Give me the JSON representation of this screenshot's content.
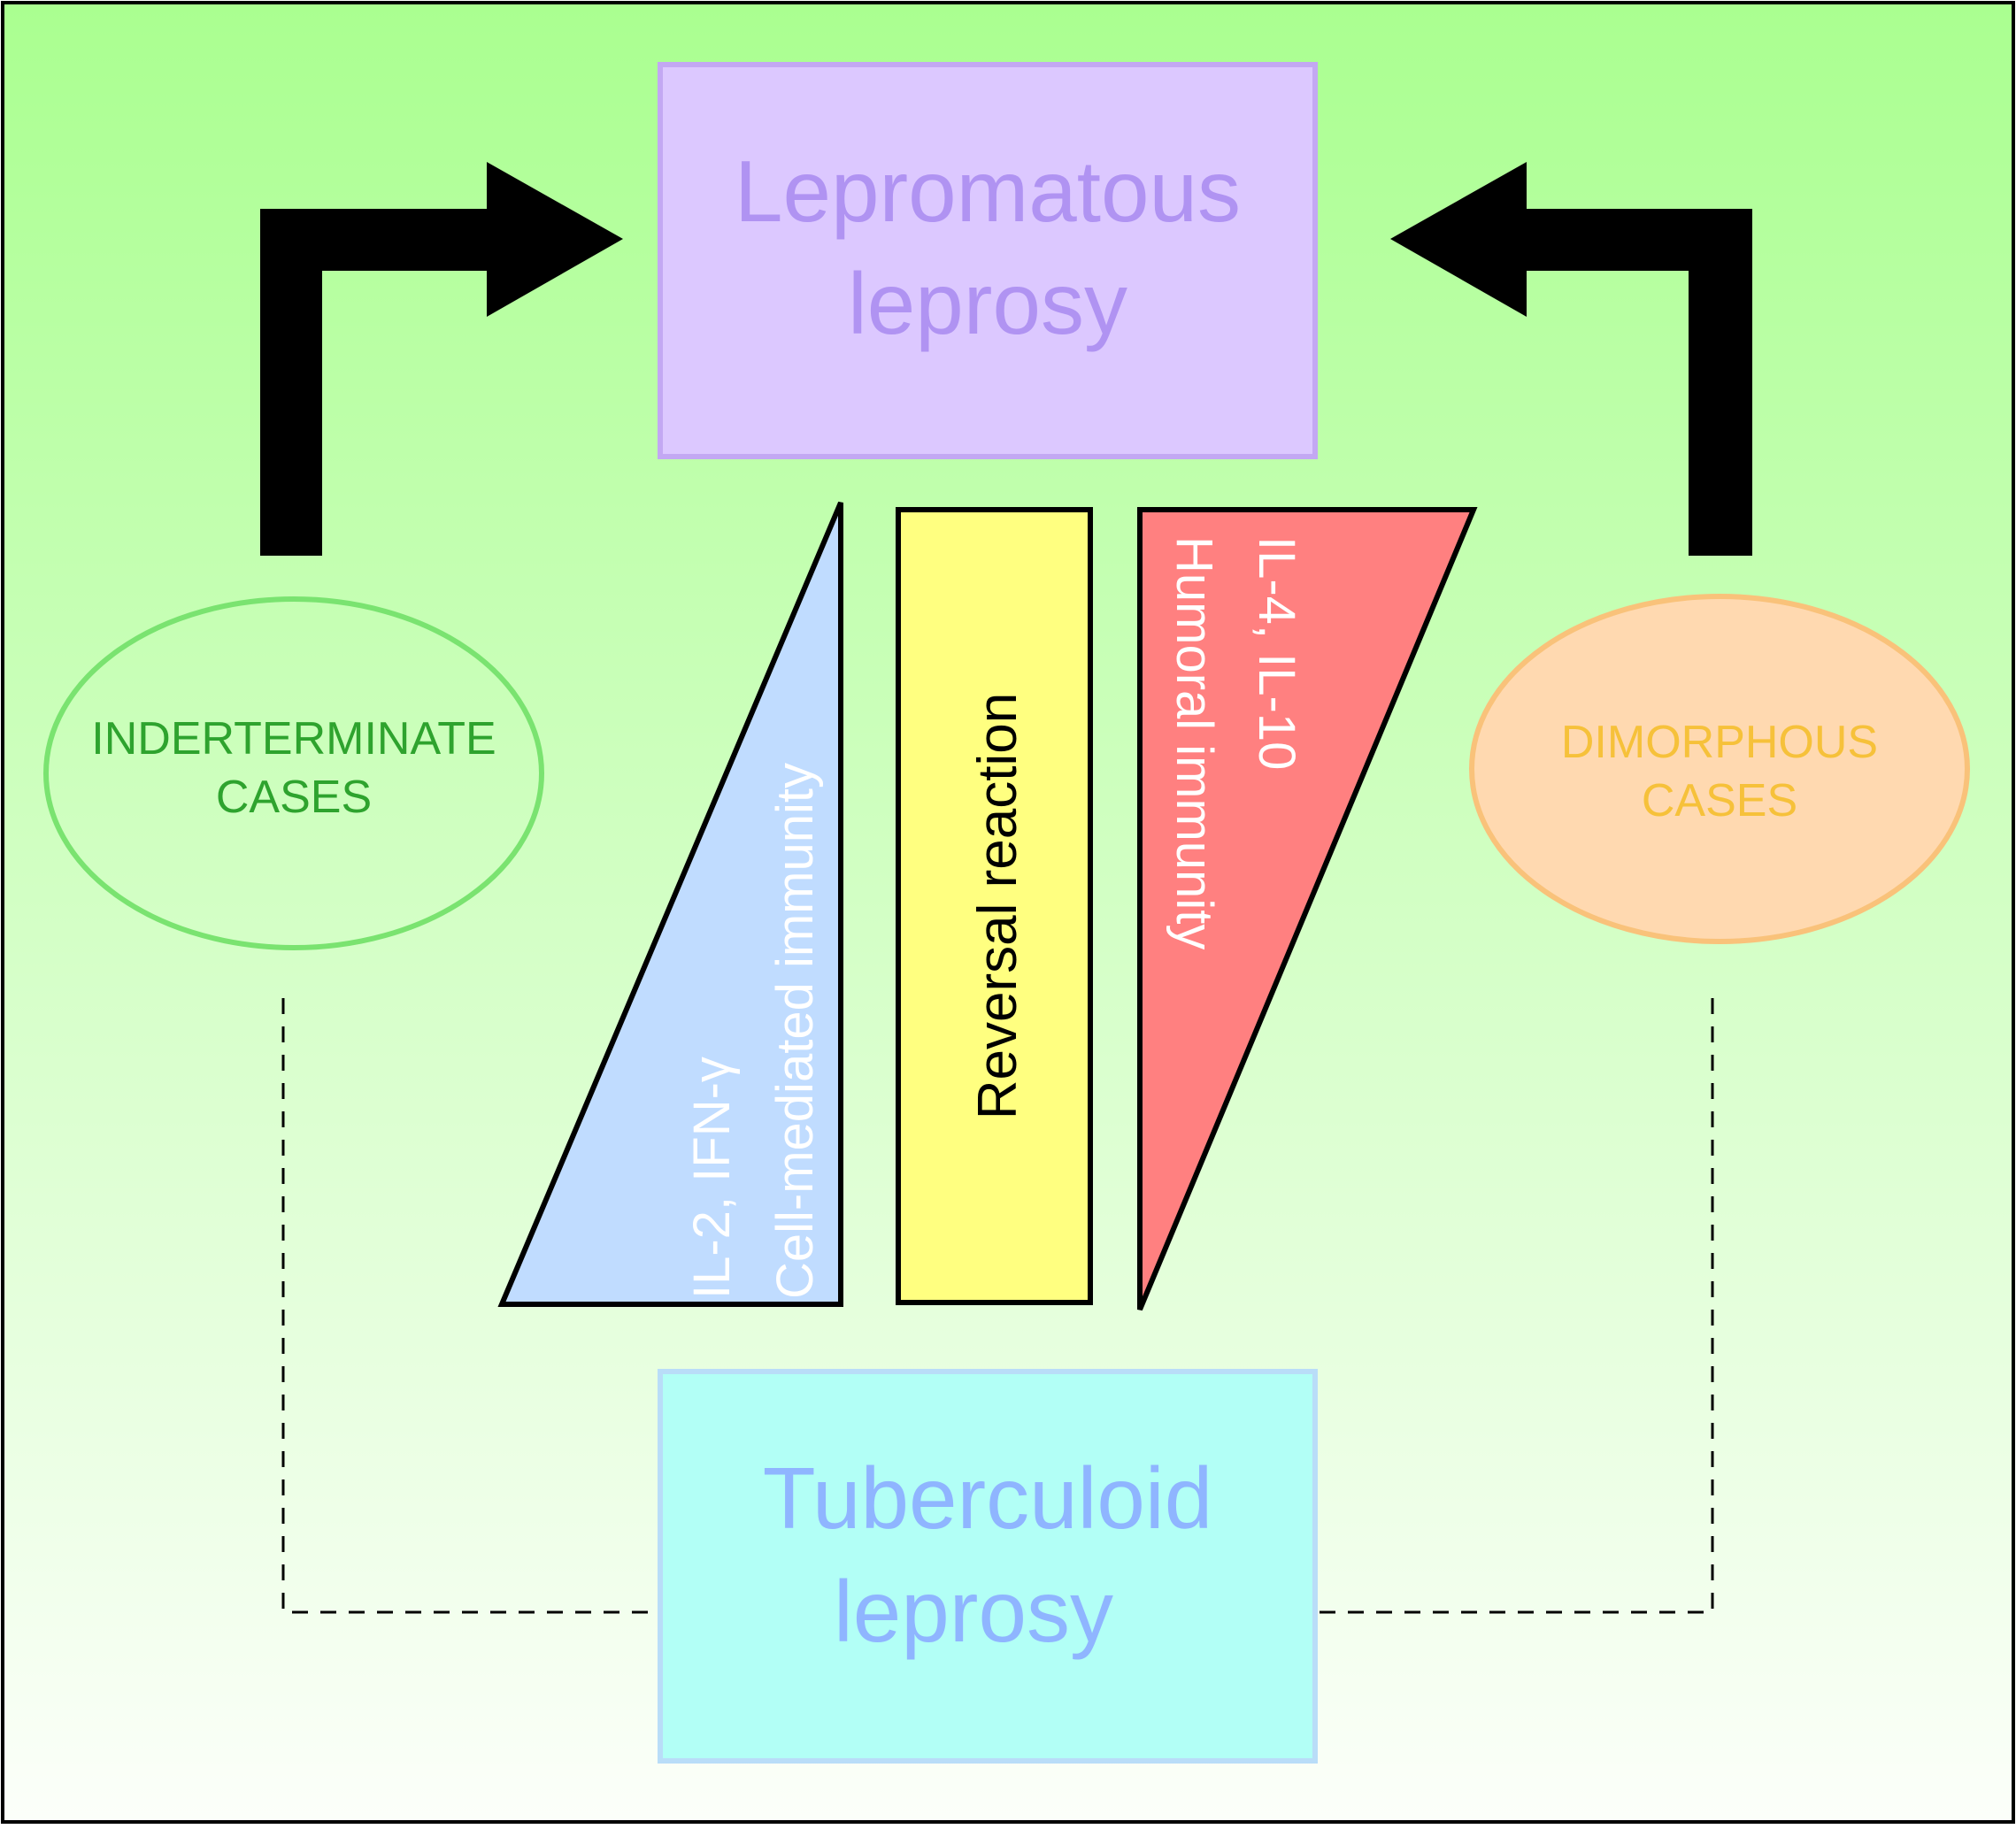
{
  "boxes": {
    "lepromatous": {
      "line1": "Lepromatous",
      "line2": "leprosy"
    },
    "tuberculoid": {
      "line1": "Tuberculoid",
      "line2": "leprosy"
    }
  },
  "ellipses": {
    "indeterminate": {
      "line1": "INDERTERMINATE",
      "line2": "CASES"
    },
    "dimorphous": {
      "line1": "DIMORPHOUS",
      "line2": "CASES"
    }
  },
  "bars": {
    "cell_mediated": {
      "line1": "IL-2, IFN-γ",
      "line2": "Cell-mediated immunity"
    },
    "reversal": {
      "label": "Reversal reaction"
    },
    "humoral": {
      "line1": "IL-4, IL-10",
      "line2": "Humoral immunity"
    }
  },
  "colors": {
    "background_top": "#aaff90",
    "background_bottom": "#fcfffa",
    "lepromatous_fill": "#dcc8ff",
    "lepromatous_text": "#b093f2",
    "tuberculoid_fill": "#b2fff6",
    "tuberculoid_text": "#8fb5ff",
    "indeterminate_stroke": "#7ae370",
    "indeterminate_text": "#2ea32e",
    "dimorphous_fill": "#ffd9b0",
    "dimorphous_stroke": "#f9c27a",
    "dimorphous_text": "#f6c13a",
    "blue_triangle": "#c0dcff",
    "yellow_bar": "#ffff80",
    "red_triangle": "#ff8080",
    "arrow": "#000000"
  }
}
